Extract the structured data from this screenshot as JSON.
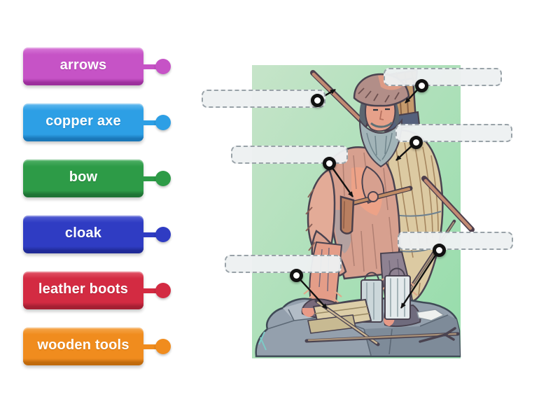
{
  "page": {
    "background_color": "#ffffff",
    "activity_type": "labelled-diagram",
    "subject": "Ötzi the Iceman illustration"
  },
  "labels": [
    {
      "text": "arrows",
      "color": "#c653c6",
      "color_light": "#d87ad8",
      "color_dark": "#9c2f9c"
    },
    {
      "text": "copper axe",
      "color": "#2d9fe5",
      "color_light": "#62b9ee",
      "color_dark": "#1a77b8"
    },
    {
      "text": "bow",
      "color": "#2d9b47",
      "color_light": "#4fb066",
      "color_dark": "#1e7334"
    },
    {
      "text": "cloak",
      "color": "#2f3cc3",
      "color_light": "#5560d4",
      "color_dark": "#202a97"
    },
    {
      "text": "leather boots",
      "color": "#d32b42",
      "color_light": "#e25568",
      "color_dark": "#a41f32"
    },
    {
      "text": "wooden tools",
      "color": "#f08c1e",
      "color_light": "#f5a74e",
      "color_dark": "#c06a0c"
    }
  ],
  "diagram": {
    "panel_color": "#a9dcb0",
    "placeholder_fill": "#edf0f1",
    "placeholder_border": "#99a2a8",
    "pin_color": "#111111",
    "drop_zones": [
      {
        "id": "pin-1",
        "value": "",
        "side": "left",
        "arrow_points_to": "bow stave over shoulder"
      },
      {
        "id": "pin-2",
        "value": "",
        "side": "left",
        "arrow_points_to": "copper axe in hand"
      },
      {
        "id": "pin-3",
        "value": "",
        "side": "right",
        "arrow_points_to": "quiver of arrows on back"
      },
      {
        "id": "pin-4",
        "value": "",
        "side": "right",
        "arrow_points_to": "grass cloak"
      },
      {
        "id": "pin-5",
        "value": "",
        "side": "left",
        "arrow_points_to": "wooden tools on rock"
      },
      {
        "id": "pin-6",
        "value": "",
        "side": "right",
        "arrow_points_to": "leather boot"
      }
    ]
  }
}
